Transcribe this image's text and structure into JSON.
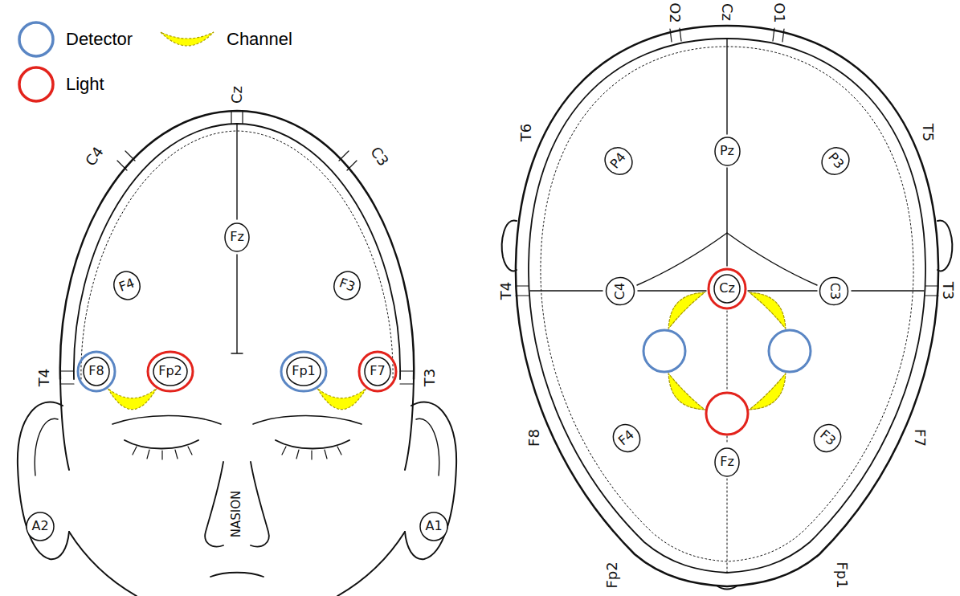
{
  "diagram": {
    "nodes": [
      {
        "text": [
          "Fz"
        ]
      },
      {
        "text": [
          "F4"
        ]
      },
      {
        "text": [
          "F3"
        ]
      },
      {
        "text": [
          "F8"
        ]
      },
      {
        "text": [
          "Fp2"
        ]
      },
      {
        "text": [
          "Fp1"
        ]
      },
      {
        "text": [
          "F7"
        ]
      },
      {
        "text": [
          "A2"
        ]
      },
      {
        "text": [
          "A1"
        ]
      },
      {
        "text": [
          "P4"
        ]
      },
      {
        "text": [
          "Pz"
        ]
      },
      {
        "text": [
          "P3"
        ]
      },
      {
        "text": [
          "C4"
        ]
      },
      {
        "text": [
          "Cz"
        ]
      },
      {
        "text": [
          "C3"
        ]
      },
      {
        "text": [
          "F4"
        ]
      },
      {
        "text": [
          "Fz"
        ]
      },
      {
        "text": [
          "F3"
        ]
      }
    ],
    "edges": [
      {
        "from": 3,
        "to": 4,
        "arrow": "none"
      },
      {
        "from": 5,
        "to": 6,
        "arrow": "none"
      }
    ],
    "labels": [
      "Cz",
      "C4",
      "C3",
      "T4",
      "T3",
      "NASION",
      "O2",
      "Cz",
      "O1",
      "T6",
      "T5",
      "T4",
      "T3",
      "F8",
      "F7",
      "Fp2",
      "Fp1"
    ],
    "legend": [
      {
        "text": "Detector"
      },
      {
        "text": "Channel"
      },
      {
        "text": "Light"
      }
    ]
  }
}
